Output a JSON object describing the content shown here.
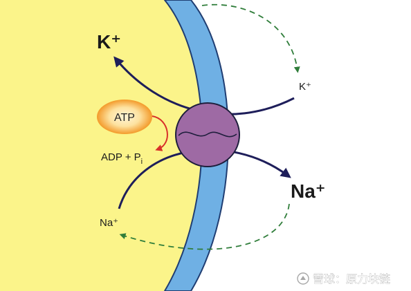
{
  "labels": {
    "k_inside": "K⁺",
    "k_outside": "K⁺",
    "na_inside": "Na⁺",
    "na_outside": "Na⁺",
    "atp": "ATP",
    "adp_pi": "ADP + P",
    "adp_pi_subscript": "i"
  },
  "watermark": {
    "text": "雪球：原力块链"
  },
  "colors": {
    "cytoplasm": "#fbf48a",
    "membrane": "#6fb0e4",
    "membrane_edge": "#1f3d72",
    "pump": "#9e6aa4",
    "pump_edge": "#1e1e3c",
    "ion_arrow": "#1e1e5a",
    "recycle_arrow": "#2f7d3a",
    "atp_outer": "#f4a030",
    "atp_inner": "#fde9b8",
    "atp_arrow": "#d8302a"
  }
}
